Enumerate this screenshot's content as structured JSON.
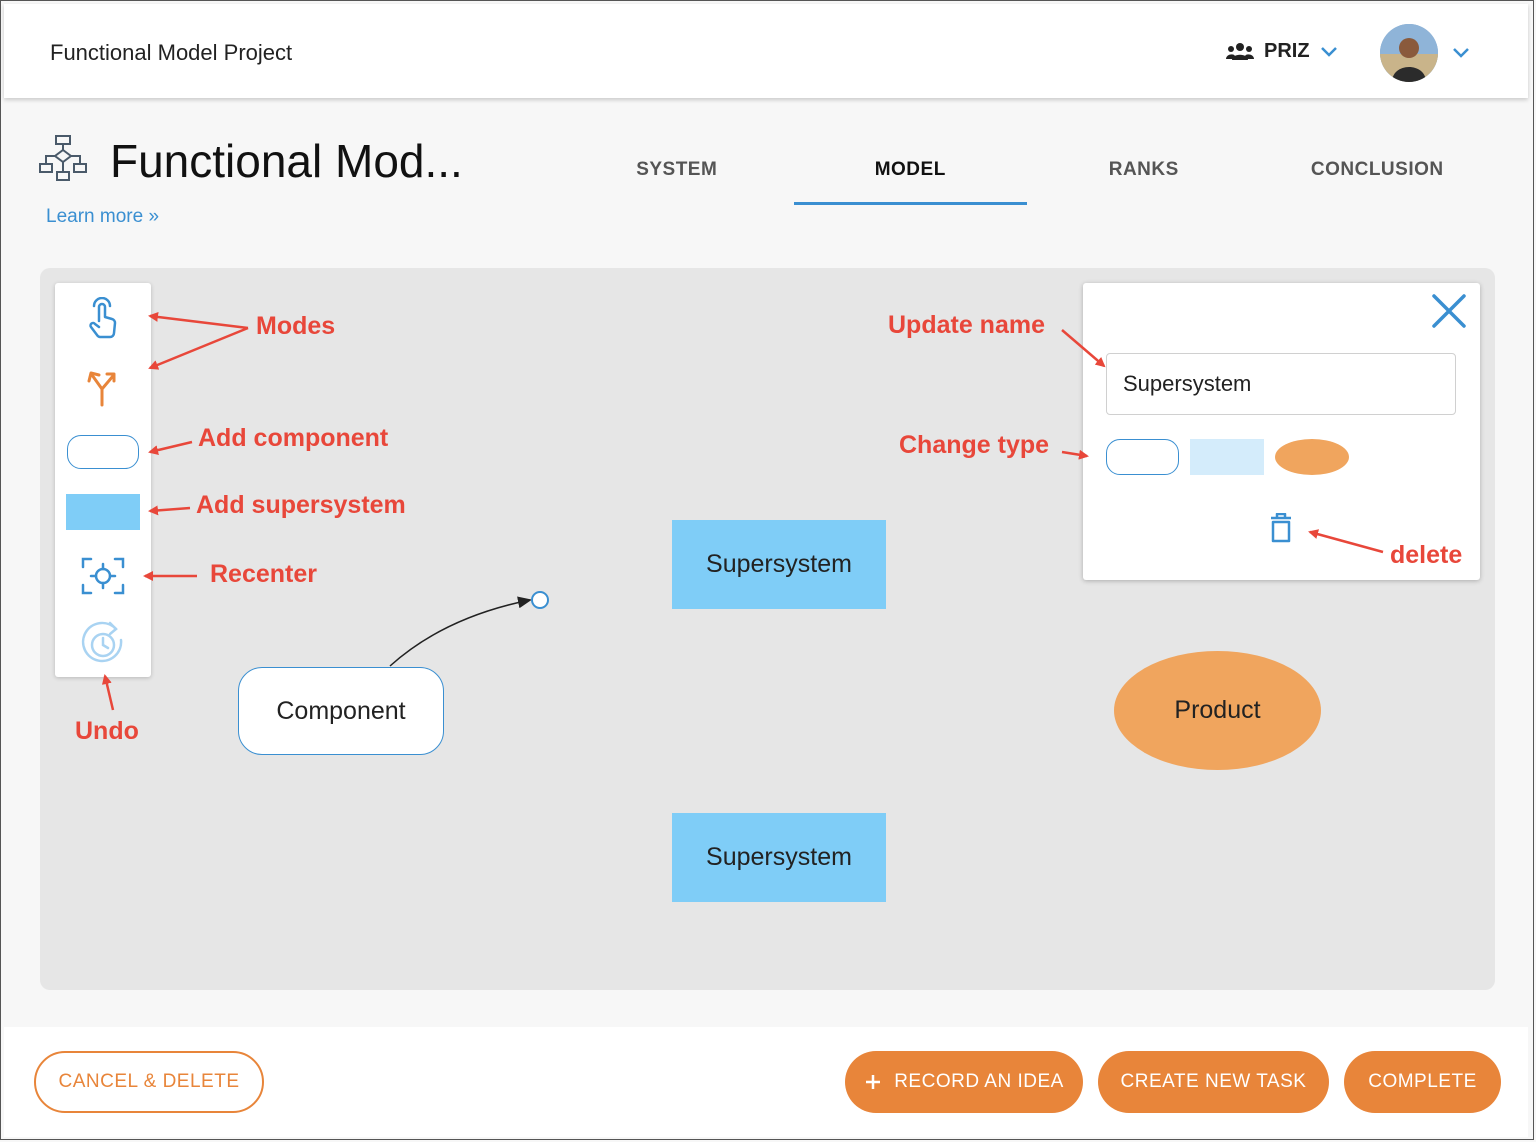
{
  "header": {
    "app_title": "Functional Model Project",
    "team_icon": "users-icon",
    "team_name": "PRIZ"
  },
  "page": {
    "icon": "flowchart-icon",
    "title": "Functional Mod...",
    "learn_more": "Learn more »"
  },
  "tabs": [
    {
      "label": "SYSTEM",
      "active": false
    },
    {
      "label": "MODEL",
      "active": true
    },
    {
      "label": "RANKS",
      "active": false
    },
    {
      "label": "CONCLUSION",
      "active": false
    }
  ],
  "toolbar": {
    "tools": [
      "pointer-mode-icon",
      "connect-mode-icon",
      "add-component-shape",
      "add-supersystem-shape",
      "recenter-icon",
      "undo-icon"
    ]
  },
  "diagram": {
    "nodes": [
      {
        "label": "Supersystem",
        "type": "supersystem"
      },
      {
        "label": "Supersystem",
        "type": "supersystem"
      },
      {
        "label": "Component",
        "type": "component"
      },
      {
        "label": "Product",
        "type": "product"
      }
    ]
  },
  "panel": {
    "name_value": "Supersystem",
    "close_icon": "close-icon",
    "delete_icon": "trash-icon"
  },
  "annotations": {
    "modes": "Modes",
    "add_component": "Add component",
    "add_supersystem": "Add supersystem",
    "recenter": "Recenter",
    "undo": "Undo",
    "update_name": "Update name",
    "change_type": "Change type",
    "delete": "delete"
  },
  "footer": {
    "cancel": "CANCEL & DELETE",
    "record_idea": "RECORD AN IDEA",
    "create_task": "CREATE NEW TASK",
    "complete": "COMPLETE"
  },
  "colors": {
    "accent": "#e8853a",
    "link": "#3a8fd1",
    "supersystem": "#7fcdf7",
    "product": "#f0a55e",
    "annotation": "#e8473a"
  }
}
